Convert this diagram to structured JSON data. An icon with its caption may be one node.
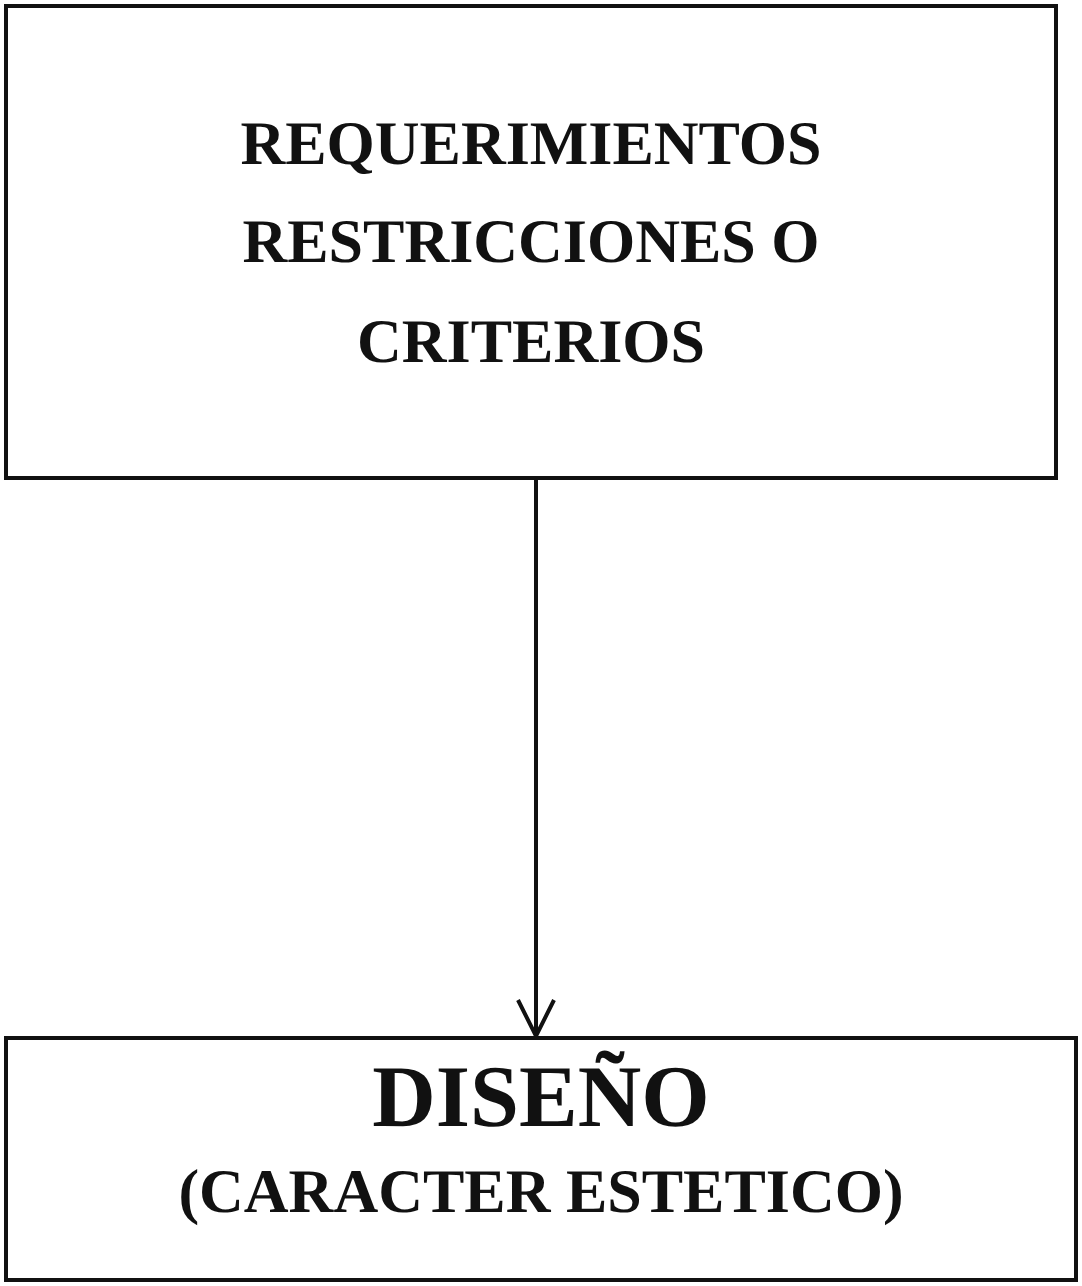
{
  "diagram": {
    "nodes": [
      {
        "text": [
          "REQUERIMIENTOS RESTRICCIONES O CRITERIOS"
        ]
      },
      {
        "text": [
          "DISEÑO",
          "(CARACTER ESTETICO)"
        ]
      }
    ],
    "edges": [
      {
        "from": 0,
        "to": 1,
        "arrow": "to"
      }
    ]
  }
}
